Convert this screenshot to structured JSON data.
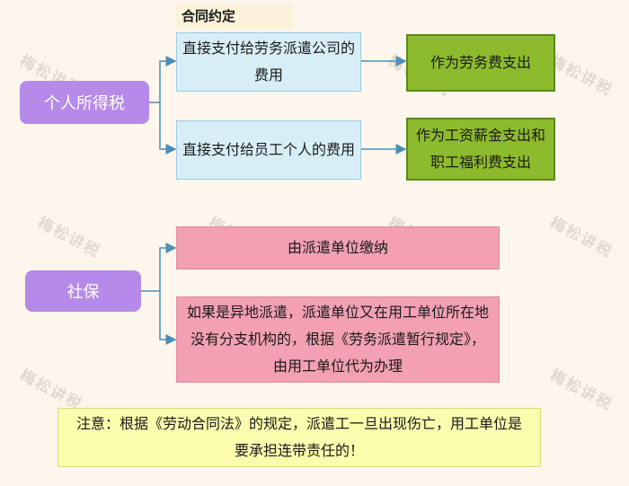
{
  "title": "合同约定",
  "iit": {
    "label": "个人所得税",
    "branches": [
      {
        "condition": "直接支付给劳务派遣公司的费用",
        "result": "作为劳务费支出"
      },
      {
        "condition": "直接支付给员工个人的费用",
        "result": "作为工资薪金支出和职工福利费支出"
      }
    ]
  },
  "social": {
    "label": "社保",
    "branches": [
      "由派遣单位缴纳",
      "如果是异地派遣，派遣单位又在用工单位所在地没有分支机构的，根据《劳务派遣暂行规定》，由用工单位代为办理"
    ]
  },
  "note": "注意：根据《劳动合同法》的规定，派遣工一旦出现伤亡，用工单位是要承担连带责任的！",
  "watermark": "梅松讲税",
  "colors": {
    "purple": "#b58ae8",
    "blue": "#d7eef7",
    "green": "#8dbb2e",
    "pink": "#f2a0b2",
    "note": "#fbfcae",
    "line": "#4a8fb8"
  }
}
